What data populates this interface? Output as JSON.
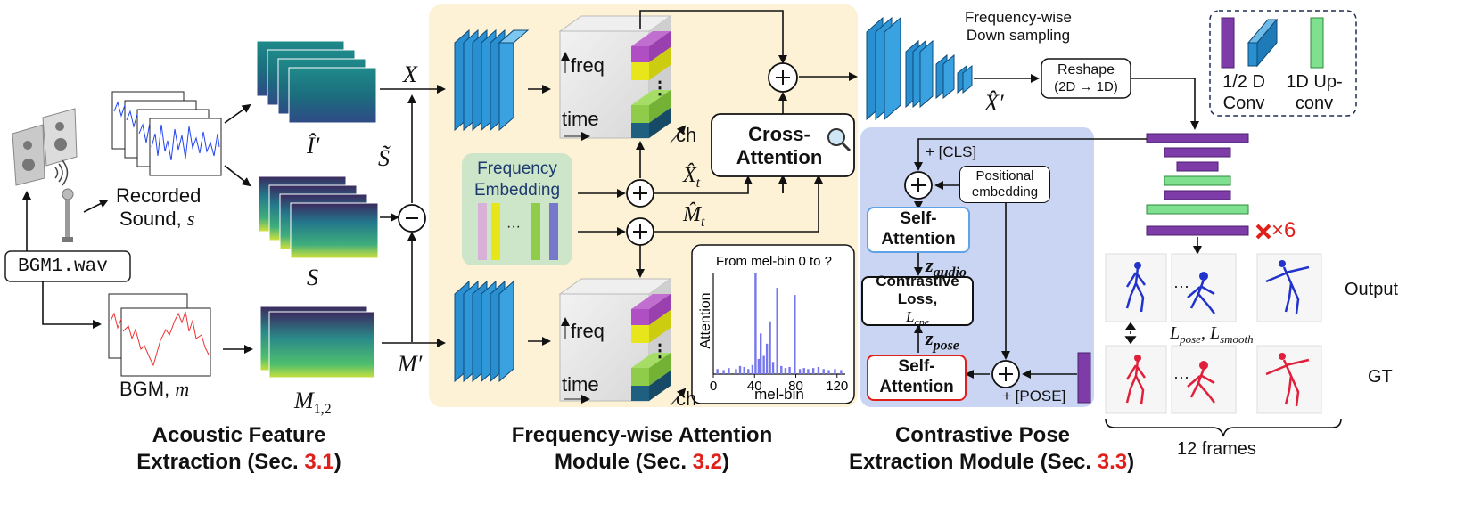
{
  "input_file": "BGM1.wav",
  "labels": {
    "recorded_sound": "Recorded",
    "recorded_sound_2": "Sound, ",
    "recorded_sound_var": "s",
    "bgm": "BGM, ",
    "bgm_var": "m",
    "i_prime": "Î′",
    "s_tilde": "S̃",
    "s": "S",
    "m_12": "M",
    "m_12_sub": "1,2",
    "x": "X",
    "m_prime": "M′",
    "x_hat_prime": "X̂′",
    "freq": "freq",
    "time": "time",
    "ch": "ch",
    "dots": "⋮",
    "frequency_embedding": "Frequency Embedding",
    "emb_dots": "···",
    "x_t": "X̂",
    "x_t_sub": "t",
    "m_t": "M̂",
    "m_t_sub": "t",
    "cross_attention": "Cross-Attention",
    "freq_down": "Frequency-wise Down sampling",
    "reshape": "Reshape",
    "reshape_sub": "(2D → 1D)",
    "cls": "+ [CLS]",
    "pos_embedding": "Positional embedding",
    "self_attention": "Self-Attention",
    "z_audio": "z",
    "z_audio_sub": "audio",
    "contrastive_loss": "Contrastive Loss, ",
    "l_cpe": "L",
    "l_cpe_sub": "cpe",
    "z_pose": "z",
    "z_pose_sub": "pose",
    "pose_token": "+ [POSE]",
    "legend_conv": "1/2 D Conv",
    "legend_upconv": "1D Up-conv",
    "times6": "×6",
    "output": "Output",
    "gt": "GT",
    "losses_l": "L",
    "losses_pose": "pose",
    "losses_lsmooth": "L",
    "losses_smooth": "smooth",
    "ellipsis": "···",
    "frames": "12 frames"
  },
  "captions": {
    "acoustic_1": "Acoustic Feature",
    "acoustic_2": "Extraction (Sec. ",
    "acoustic_sec": "3.1",
    "freq_attn_1": "Frequency-wise Attention",
    "freq_attn_2": "Module (Sec. ",
    "freq_attn_sec": "3.2",
    "contrastive_1": "Contrastive Pose",
    "contrastive_2": "Extraction Module (Sec. ",
    "contrastive_sec": "3.3"
  },
  "chart_data": {
    "type": "bar",
    "title": "From mel-bin 0 to ?",
    "xlabel": "mel-bin",
    "ylabel": "Attention",
    "xticks": [
      0,
      40,
      80,
      120
    ],
    "xlim": [
      0,
      128
    ],
    "ylim": [
      0,
      1
    ],
    "grid": false,
    "bars": [
      {
        "x": 4,
        "y": 0.05
      },
      {
        "x": 10,
        "y": 0.04
      },
      {
        "x": 15,
        "y": 0.06
      },
      {
        "x": 22,
        "y": 0.05
      },
      {
        "x": 26,
        "y": 0.08
      },
      {
        "x": 30,
        "y": 0.07
      },
      {
        "x": 34,
        "y": 0.05
      },
      {
        "x": 38,
        "y": 0.09
      },
      {
        "x": 41,
        "y": 1.0
      },
      {
        "x": 44,
        "y": 0.15
      },
      {
        "x": 46,
        "y": 0.4
      },
      {
        "x": 49,
        "y": 0.18
      },
      {
        "x": 52,
        "y": 0.3
      },
      {
        "x": 55,
        "y": 0.52
      },
      {
        "x": 58,
        "y": 0.12
      },
      {
        "x": 62,
        "y": 0.85
      },
      {
        "x": 66,
        "y": 0.08
      },
      {
        "x": 70,
        "y": 0.06
      },
      {
        "x": 74,
        "y": 0.07
      },
      {
        "x": 79,
        "y": 0.78
      },
      {
        "x": 84,
        "y": 0.05
      },
      {
        "x": 88,
        "y": 0.06
      },
      {
        "x": 92,
        "y": 0.05
      },
      {
        "x": 97,
        "y": 0.06
      },
      {
        "x": 102,
        "y": 0.07
      },
      {
        "x": 107,
        "y": 0.05
      },
      {
        "x": 112,
        "y": 0.04
      },
      {
        "x": 118,
        "y": 0.05
      },
      {
        "x": 124,
        "y": 0.04
      }
    ]
  },
  "colors": {
    "module_bg_yellow": "#fdf2d6",
    "module_bg_blue": "#c9d5f2",
    "conv_blue": "#2a8fd0",
    "upconv_green": "#7fe08f",
    "conv_purple": "#7d3ca8",
    "self_attn_blue_border": "#5fa3e6",
    "self_attn_red_border": "#e0201b",
    "bar_color": "#7777ee",
    "cross_red": "#e0201b"
  }
}
